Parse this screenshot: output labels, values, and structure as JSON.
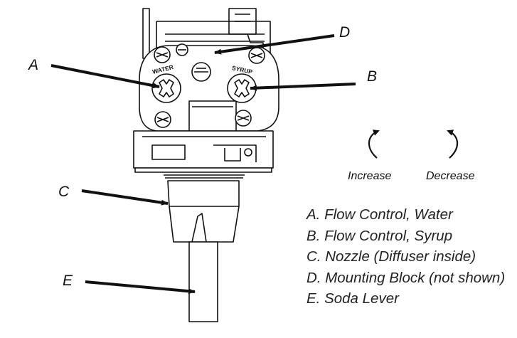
{
  "callouts": {
    "a": "A",
    "b": "B",
    "c": "C",
    "d": "D",
    "e": "E"
  },
  "stamps": {
    "water": "WATER",
    "syrup": "SYRUP"
  },
  "directions": {
    "increase": "Increase",
    "decrease": "Decrease"
  },
  "legend": [
    "A. Flow Control, Water",
    "B. Flow Control, Syrup",
    "C. Nozzle (Diffuser inside)",
    "D. Mounting Block (not shown)",
    "E. Soda Lever"
  ]
}
